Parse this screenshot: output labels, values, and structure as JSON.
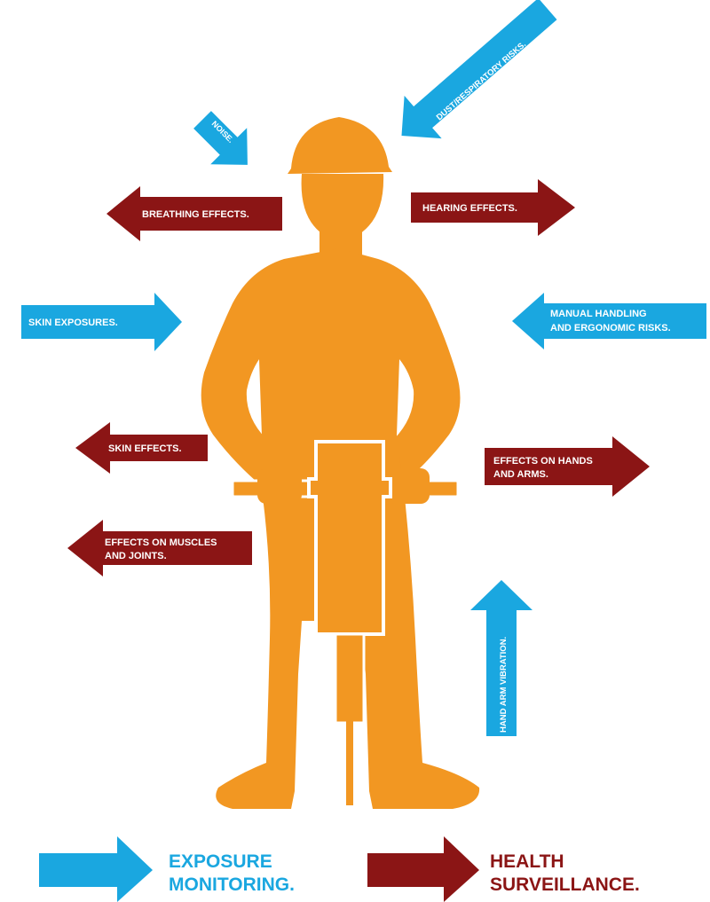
{
  "colors": {
    "exposure": "#1aa7e0",
    "health": "#8b1515",
    "worker": "#f29722",
    "background": "#ffffff"
  },
  "exposures": {
    "noise": "NOISE.",
    "dust": "DUST/RESPIRATORY RISKS.",
    "skin_exposures": "SKIN EXPOSURES.",
    "manual_handling_line1": "MANUAL HANDLING",
    "manual_handling_line2": "AND ERGONOMIC RISKS.",
    "hand_arm_vibration": "HAND ARM VIBRATION."
  },
  "effects": {
    "breathing": "BREATHING EFFECTS.",
    "hearing": "HEARING EFFECTS.",
    "skin": "SKIN EFFECTS.",
    "hands_arms_line1": "EFFECTS ON HANDS",
    "hands_arms_line2": "AND ARMS.",
    "muscles_joints_line1": "EFFECTS ON MUSCLES",
    "muscles_joints_line2": "AND JOINTS."
  },
  "legend": {
    "exposure_line1": "EXPOSURE",
    "exposure_line2": "MONITORING.",
    "health_line1": "HEALTH",
    "health_line2": "SURVEILLANCE."
  }
}
